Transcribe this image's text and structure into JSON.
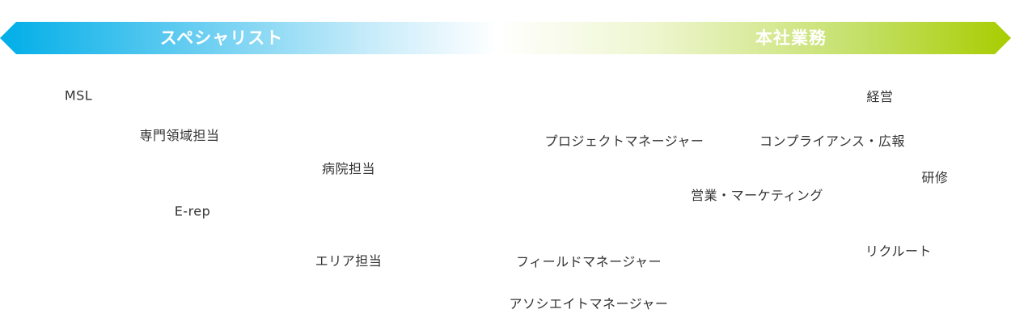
{
  "bands": {
    "left_title": "スペシャリスト",
    "right_title": "本社業務"
  },
  "roles": {
    "msl": "MSL",
    "specialty": "専門領域担当",
    "hospital": "病院担当",
    "erep": "E-rep",
    "area": "エリア担当",
    "project_manager": "プロジェクトマネージャー",
    "field_manager": "フィールドマネージャー",
    "associate_manager": "アソシエイトマネージャー",
    "management": "経営",
    "compliance_pr": "コンプライアンス・広報",
    "training": "研修",
    "sales_marketing": "営業・マーケティング",
    "recruit": "リクルート"
  },
  "colors": {
    "specialist_band": "#00aee8",
    "headquarters_band": "#a8cd00",
    "label_text": "#333333"
  }
}
